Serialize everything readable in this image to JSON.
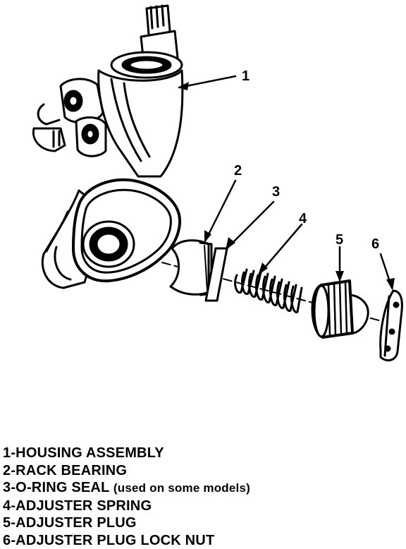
{
  "callouts": [
    "1",
    "2",
    "3",
    "4",
    "5",
    "6"
  ],
  "legend": [
    {
      "text": "1-HOUSING ASSEMBLY",
      "note": ""
    },
    {
      "text": "2-RACK BEARING",
      "note": ""
    },
    {
      "text": "3-O-RING SEAL ",
      "note": "(used on some models)"
    },
    {
      "text": "4-ADJUSTER SPRING",
      "note": ""
    },
    {
      "text": "5-ADJUSTER PLUG",
      "note": ""
    },
    {
      "text": "6-ADJUSTER PLUG LOCK NUT",
      "note": ""
    }
  ]
}
